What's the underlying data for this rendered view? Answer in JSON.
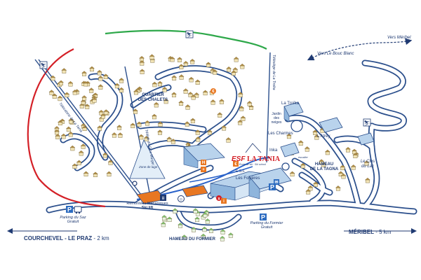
{
  "colors": {
    "road_outline": "#2b4f8c",
    "road_fill": "#ffffff",
    "text_navy": "#1f3a72",
    "ski_lift": "#2b4f8c",
    "piste_red": "#d42027",
    "piste_blue": "#2a62c9",
    "piste_green": "#2ea84a",
    "chalet_roof": "#b08c44",
    "chalet_wall": "#f2e4b6",
    "chalet_green": "#7cc36b",
    "building_blue": "#b9d3ec",
    "building_orange": "#e87722",
    "parking_blue": "#2d6cc0",
    "esf_red": "#d42027"
  },
  "labels": {
    "courchevel": "COURCHEVEL - LE PRAZ",
    "courchevel_km": " - 2 km",
    "meribel": "MÉRIBEL",
    "meribel_km": " - 5 km",
    "vers_meribel": "Vers Méribel",
    "vers_bouc_blanc": "Vers Le Bouc Blanc",
    "quartier_chalets_1": "QUARTIER",
    "quartier_chalets_2": "DES CHALETS",
    "telecabine": "Télécabine de La Tania",
    "teleski_gros_murger": "Téléski du Gros Murger",
    "telesiege_tougnete": "Télésiège de La Troika",
    "zone_luge": "Zone de luge",
    "remontees_1": "Remontées Mécaniques",
    "remontees_2": "Ski lift",
    "la_troika": "La Troïka",
    "jardin_1": "Jardin",
    "jardin_2": "des",
    "jardin_3": "neiges",
    "les_charmes": "Les Charmes",
    "latrey": "L'Atrey",
    "inka": "Inka",
    "hameau_tagna_1": "HAMEAU",
    "hameau_tagna_2": "DE LA TAGNA",
    "le_clos_1": "Le Clos",
    "le_clos_2": "du Lac",
    "esf_brand": "ESF",
    "esf_name": "LA TANIA",
    "esf_sub": "École de ski · Ski school",
    "esf_small": "E.S.F.",
    "les_folyeres": "Les Folyères",
    "parking_saz_1": "Parking du Saz",
    "parking_saz_2": "Gratuit",
    "parking_formier_1": "Parking du Formier",
    "parking_formier_2": "Gratuit",
    "hameau_formier": "HAMEAU DU FORMIER",
    "escalier": "escalier"
  }
}
